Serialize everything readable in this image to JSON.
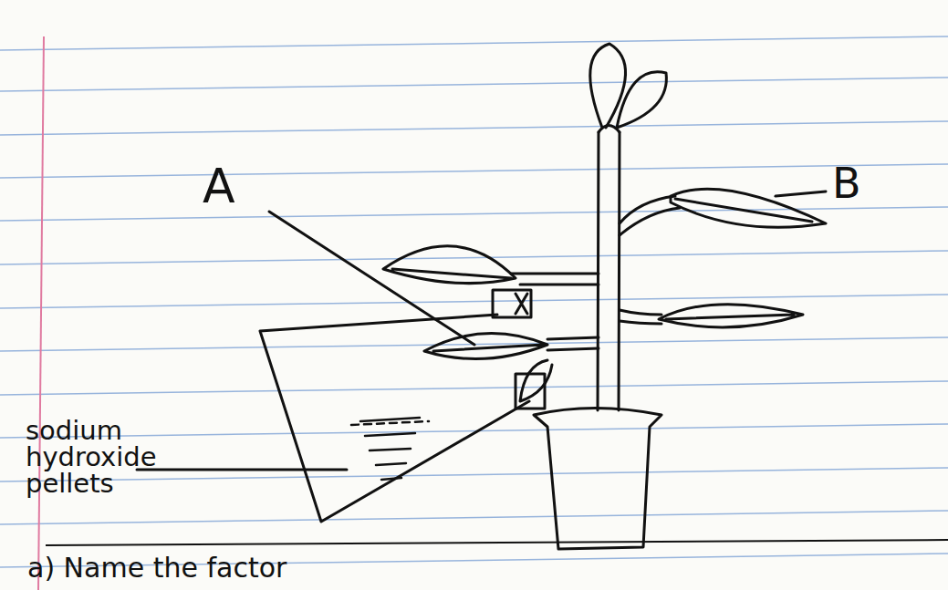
{
  "diagram": {
    "labels": [
      "A",
      "B",
      "sodium hydroxide pellets",
      "a) Name the factor"
    ]
  }
}
